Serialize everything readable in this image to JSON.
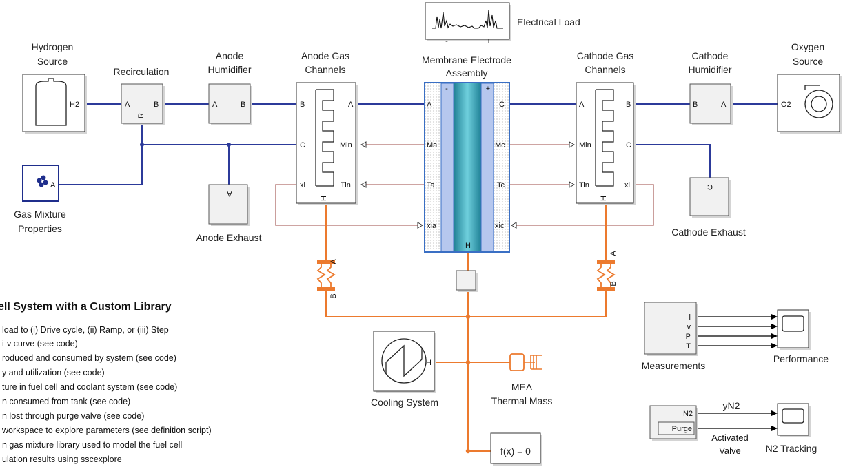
{
  "blocks": {
    "hydrogen_source": {
      "label_line1": "Hydrogen",
      "label_line2": "Source",
      "port": "H2"
    },
    "recirculation": {
      "label": "Recirculation",
      "port_a": "A",
      "port_b": "B",
      "port_r": "R"
    },
    "anode_humidifier": {
      "label_line1": "Anode",
      "label_line2": "Humidifier",
      "port_a": "A",
      "port_b": "B"
    },
    "anode_gas_channels": {
      "label_line1": "Anode Gas",
      "label_line2": "Channels",
      "port_b": "B",
      "port_c": "C",
      "port_xi": "xi",
      "port_a": "A",
      "port_min": "Min",
      "port_tin": "Tin",
      "port_h": "H"
    },
    "electrical_load": {
      "label": "Electrical Load",
      "port_minus": "-",
      "port_plus": "+"
    },
    "mea": {
      "label_line1": "Membrane Electrode",
      "label_line2": "Assembly",
      "port_minus": "-",
      "port_plus": "+",
      "port_a": "A",
      "port_ma": "Ma",
      "port_ta": "Ta",
      "port_xia": "xia",
      "port_c": "C",
      "port_mc": "Mc",
      "port_tc": "Tc",
      "port_xic": "xic",
      "port_h": "H"
    },
    "cathode_gas_channels": {
      "label_line1": "Cathode Gas",
      "label_line2": "Channels",
      "port_a": "A",
      "port_min": "Min",
      "port_tin": "Tin",
      "port_b": "B",
      "port_c": "C",
      "port_xi": "xi",
      "port_h": "H"
    },
    "cathode_humidifier": {
      "label_line1": "Cathode",
      "label_line2": "Humidifier",
      "port_b": "B",
      "port_a": "A"
    },
    "oxygen_source": {
      "label_line1": "Oxygen",
      "label_line2": "Source",
      "port": "O2"
    },
    "gas_mixture": {
      "label_line1": "Gas Mixture",
      "label_line2": "Properties",
      "port": "A"
    },
    "anode_exhaust": {
      "label": "Anode Exhaust",
      "port": "A"
    },
    "cathode_exhaust": {
      "label": "Cathode Exhaust",
      "port": "C"
    },
    "cooling_system": {
      "label": "Cooling System",
      "port": "H"
    },
    "mea_thermal_mass": {
      "label_line1": "MEA",
      "label_line2": "Thermal Mass"
    },
    "solver": {
      "label": "f(x) = 0"
    },
    "measurements": {
      "label": "Measurements",
      "outputs": [
        "i",
        "v",
        "P",
        "T"
      ]
    },
    "performance": {
      "label": "Performance"
    },
    "purge": {
      "port_n2": "N2",
      "port_purge": "Purge",
      "signal_label": "yN2",
      "note_line1": "Activated",
      "note_line2": "Valve"
    },
    "n2_tracking": {
      "label": "N2 Tracking"
    },
    "left_conduit": {
      "port_a": "A",
      "port_b": "B"
    },
    "right_conduit": {
      "port_a": "A",
      "port_b": "B"
    }
  },
  "description": {
    "title": "ell System with a Custom Library",
    "lines": [
      "load to (i) Drive cycle, (ii) Ramp, or (iii) Step",
      "i-v curve (see code)",
      "roduced and consumed by system (see code)",
      "y and utilization (see code)",
      "ture in fuel cell and coolant system (see code)",
      "n consumed from tank (see code)",
      "n lost through purge valve (see code)",
      "workspace to explore parameters (see definition script)",
      "n gas mixture library used to model the fuel cell",
      "ulation results using sscexplore"
    ]
  },
  "colors": {
    "gas_line": "#2c3a9a",
    "thermal_line": "#bd8684",
    "heat_line": "#ec7a2e",
    "mea_border": "#3a6fc4",
    "mea_core": "#2fa3b6"
  }
}
